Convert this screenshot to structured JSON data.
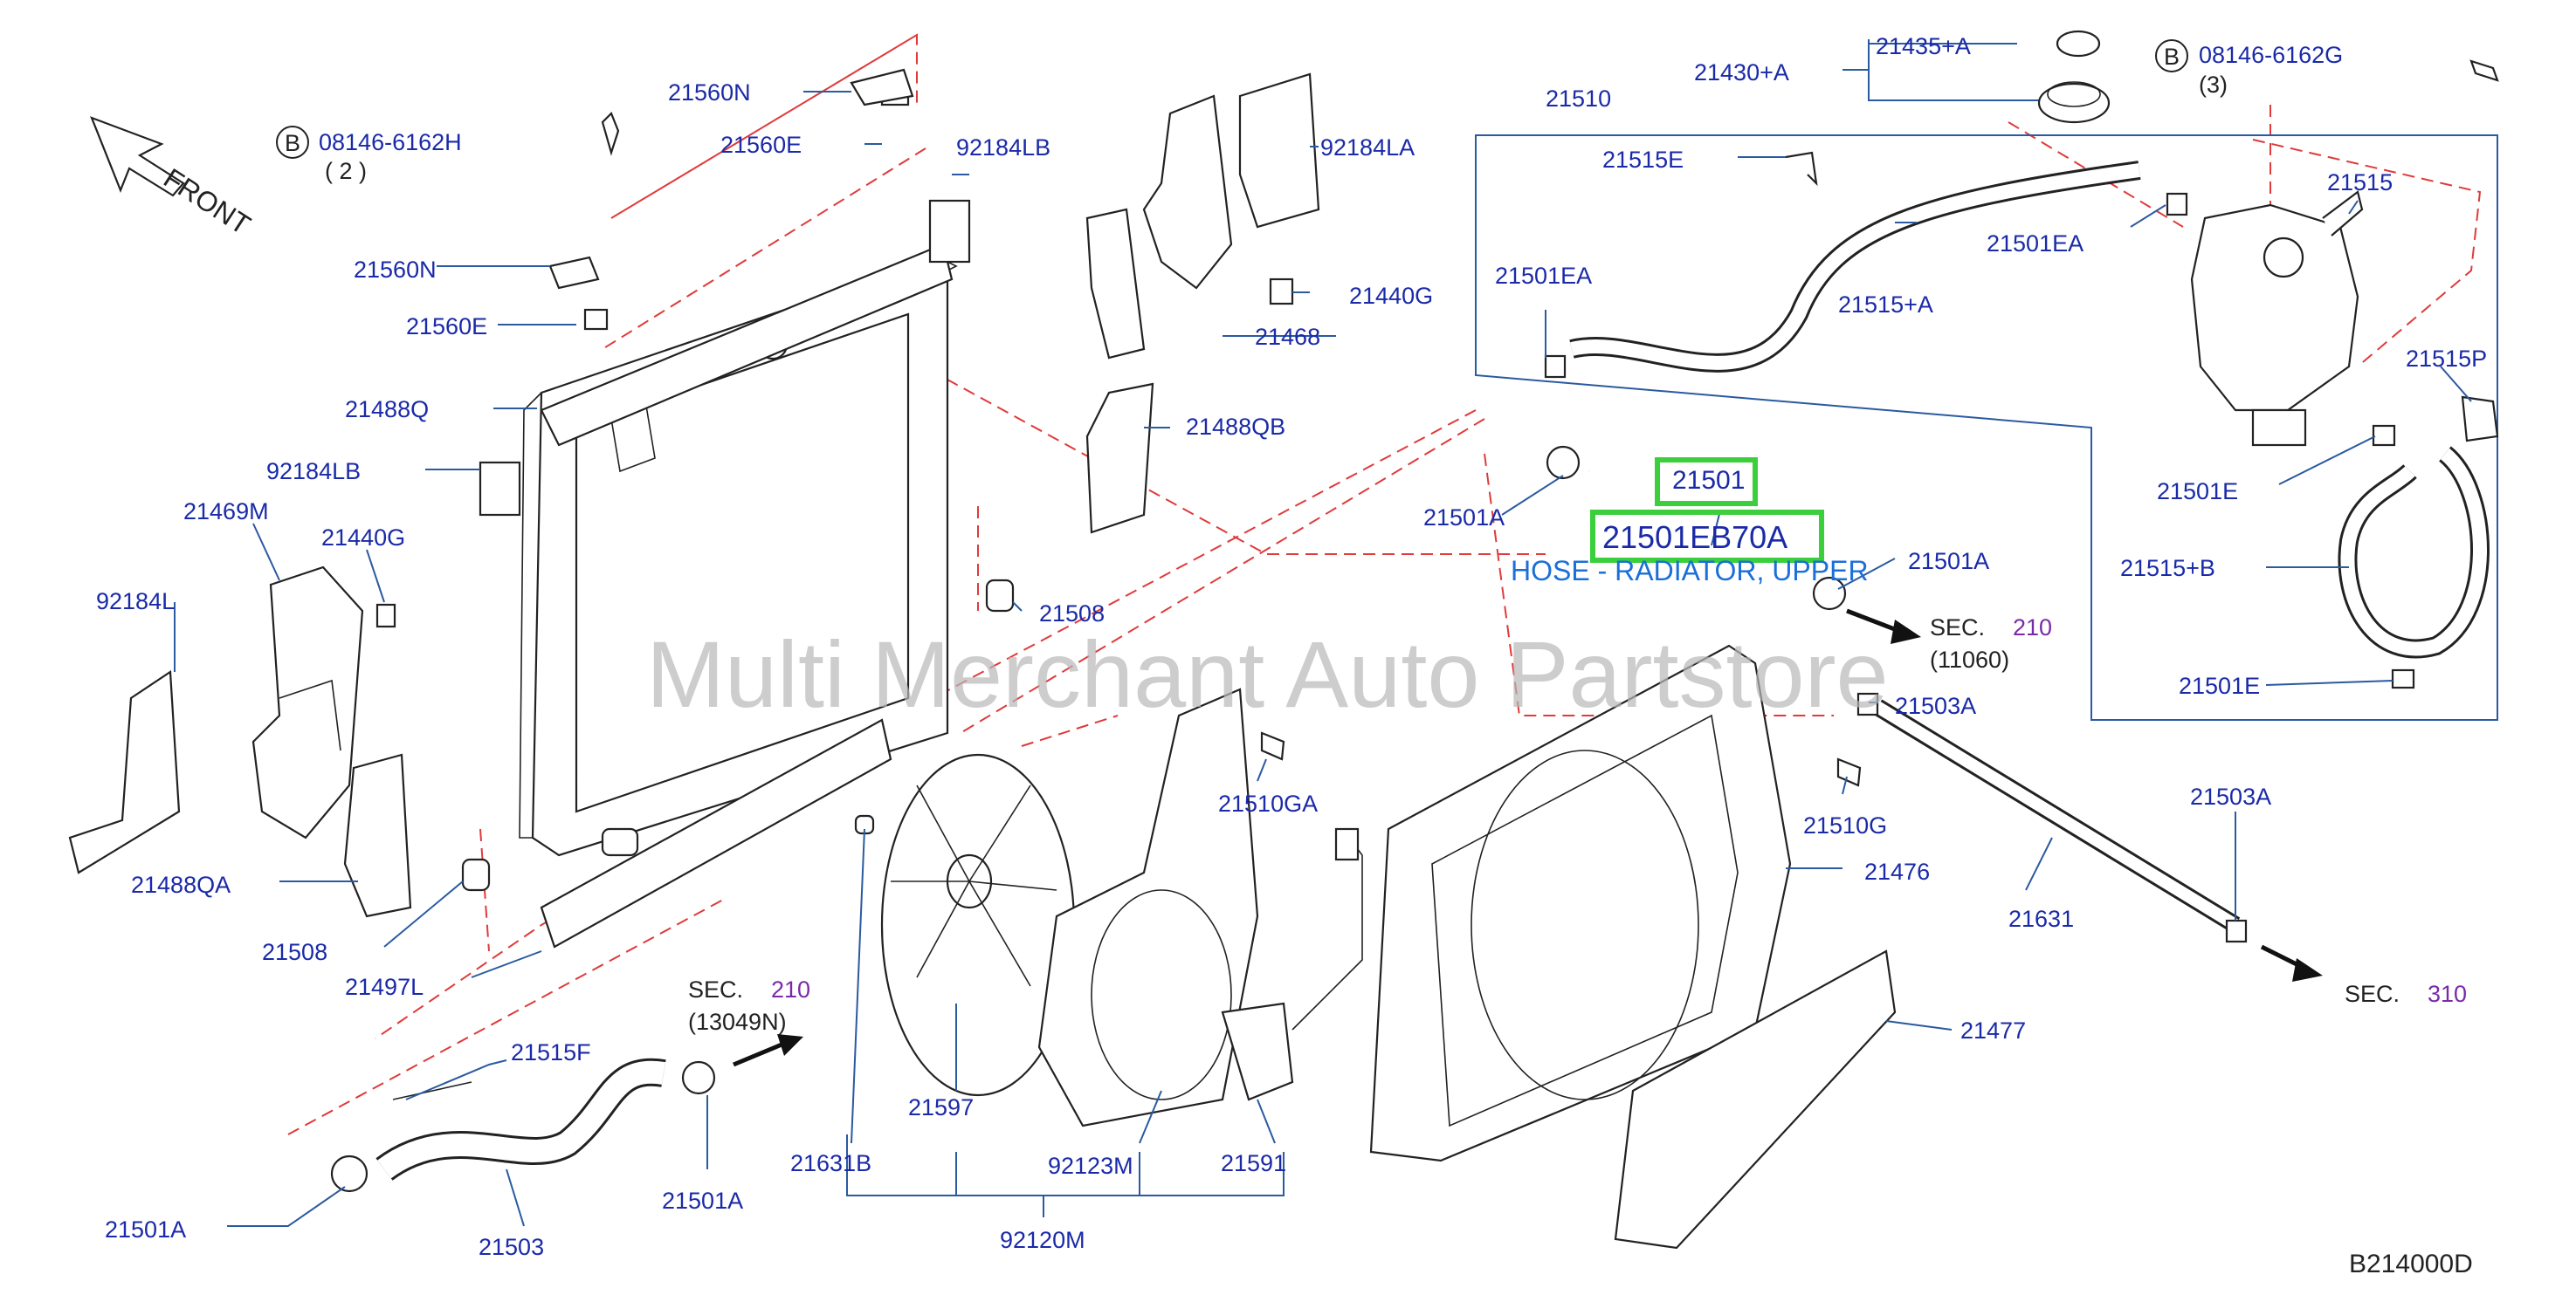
{
  "front_label": "FRONT",
  "bolt_refs": [
    {
      "badge": "B",
      "part": "08146-6162H",
      "qty": "( 2 )"
    },
    {
      "badge": "B",
      "part": "08146-6162G",
      "qty": "(3)"
    }
  ],
  "highlight": {
    "part_no": "21501",
    "oem_no": "21501EB70A",
    "description": "HOSE - RADIATOR, UPPER"
  },
  "watermark": "Multi Merchant Auto Partstore",
  "sections": [
    {
      "sec": "SEC.",
      "num": "210",
      "sub": "(11060)"
    },
    {
      "sec": "SEC.",
      "num": "210",
      "sub": "(13049N)"
    },
    {
      "sec": "SEC.",
      "num": "310",
      "sub": ""
    }
  ],
  "diagram_code": "B214000D",
  "labels": {
    "l21560N_a": "21560N",
    "l21560E_a": "21560E",
    "l92184LB_a": "92184LB",
    "l21560N_b": "21560N",
    "l21560E_b": "21560E",
    "l21488Q": "21488Q",
    "l92184LB_b": "92184LB",
    "l21469M": "21469M",
    "l21440G_a": "21440G",
    "l92184L": "92184L",
    "l21488QA": "21488QA",
    "l21508_a": "21508",
    "l21497L": "21497L",
    "l92184LA": "92184LA",
    "l21440G_b": "21440G",
    "l21468": "21468",
    "l21488QB": "21488QB",
    "l21508_b": "21508",
    "l21510": "21510",
    "l21430A": "21430+A",
    "l21435A": "21435+A",
    "l21515E": "21515E",
    "l21501EA_a": "21501EA",
    "l21515A": "21515+A",
    "l21501EA_b": "21501EA",
    "l21515": "21515",
    "l21515P": "21515P",
    "l21501E_a": "21501E",
    "l21515B": "21515+B",
    "l21501E_b": "21501E",
    "l21501A_a": "21501A",
    "l21501A_b": "21501A",
    "l21503A_a": "21503A",
    "l21503A_b": "21503A",
    "l21631": "21631",
    "l21510GA": "21510GA",
    "l21510G": "21510G",
    "l21476": "21476",
    "l21477": "21477",
    "l21597": "21597",
    "l92123M": "92123M",
    "l21591": "21591",
    "l21631B": "21631B",
    "l92120M": "92120M",
    "l21515F": "21515F",
    "l21501A_c": "21501A",
    "l21501A_d": "21501A",
    "l21503": "21503"
  }
}
